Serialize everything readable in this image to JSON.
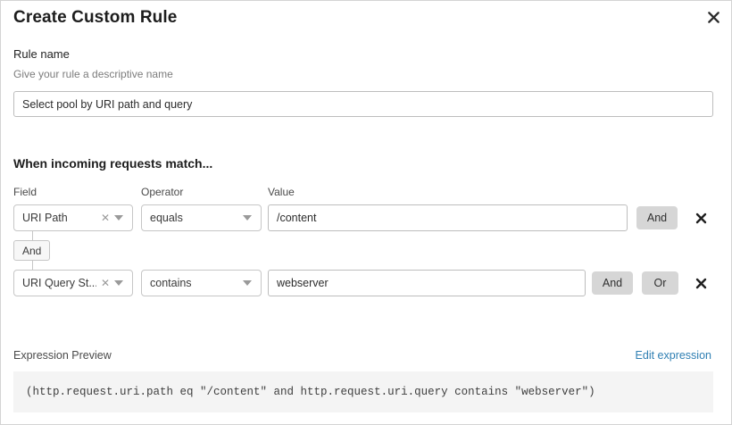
{
  "dialog": {
    "title": "Create Custom Rule",
    "close_icon": "close-icon"
  },
  "rule_name": {
    "label": "Rule name",
    "help": "Give your rule a descriptive name",
    "value": "Select pool by URI path and query",
    "placeholder": "Select pool by URI path and query"
  },
  "conditions": {
    "heading": "When incoming requests match...",
    "columns": {
      "field": "Field",
      "operator": "Operator",
      "value": "Value"
    },
    "connector": {
      "label": "And"
    },
    "rows": [
      {
        "field": "URI Path",
        "field_clear_icon": "clear-icon",
        "operator": "equals",
        "value": "/content",
        "value_placeholder": "/content",
        "logic_buttons": [
          {
            "label": "And",
            "selected": true
          }
        ],
        "delete_icon": "delete-icon"
      },
      {
        "field": "URI Query St...",
        "field_clear_icon": "clear-icon",
        "operator": "contains",
        "value": "webserver",
        "value_placeholder": "webserver",
        "logic_buttons": [
          {
            "label": "And",
            "selected": true
          },
          {
            "label": "Or",
            "selected": false
          }
        ],
        "delete_icon": "delete-icon"
      }
    ]
  },
  "expression_preview": {
    "label": "Expression Preview",
    "edit_link": "Edit expression",
    "expression": "(http.request.uri.path eq \"/content\" and http.request.uri.query contains \"webserver\")"
  },
  "colors": {
    "link": "#2f7fb3",
    "logic_button_bg": "#d6d6d6",
    "expression_bg": "#f4f4f4",
    "border": "#c6c6c6"
  }
}
